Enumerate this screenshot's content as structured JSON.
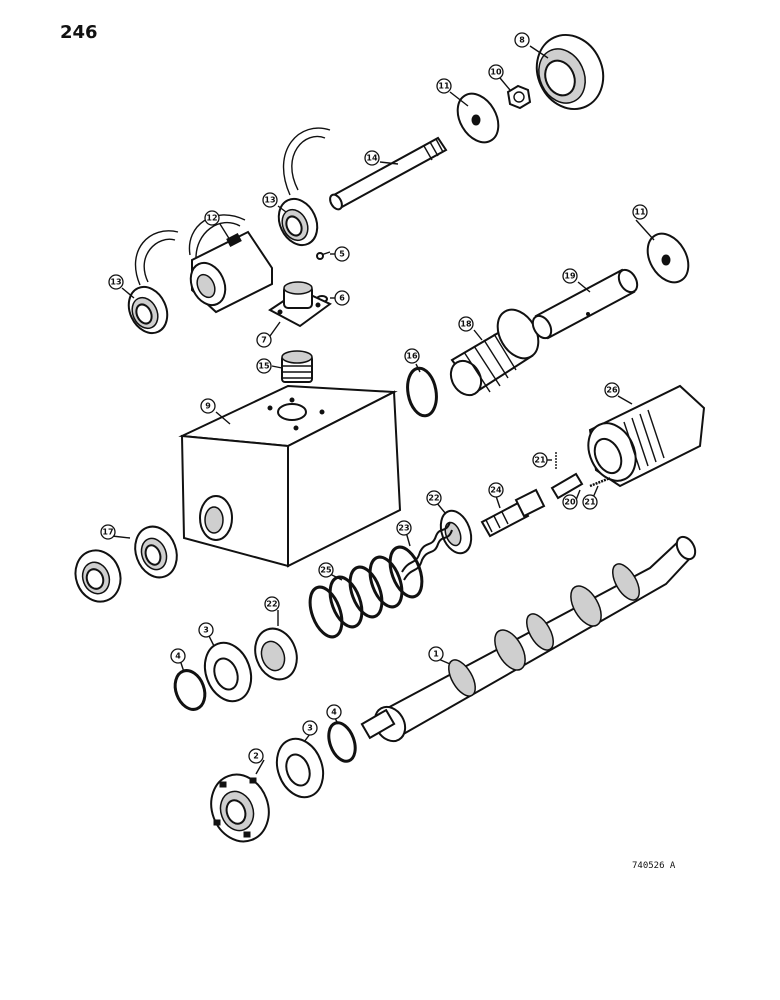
{
  "page": {
    "number": "246",
    "reference_code": "740526 A"
  },
  "callouts": {
    "c1": "1",
    "c2": "2",
    "c3a": "3",
    "c3b": "3",
    "c4a": "4",
    "c4b": "4",
    "c5": "5",
    "c6": "6",
    "c7": "7",
    "c8": "8",
    "c9": "9",
    "c10": "10",
    "c11a": "11",
    "c11b": "11",
    "c12": "12",
    "c13a": "13",
    "c13b": "13",
    "c14": "14",
    "c15": "15",
    "c16": "16",
    "c17": "17",
    "c18": "18",
    "c19": "19",
    "c20": "20",
    "c21a": "21",
    "c21b": "21",
    "c22a": "22",
    "c22b": "22",
    "c23": "23",
    "c24": "24",
    "c25": "25",
    "c26": "26"
  }
}
